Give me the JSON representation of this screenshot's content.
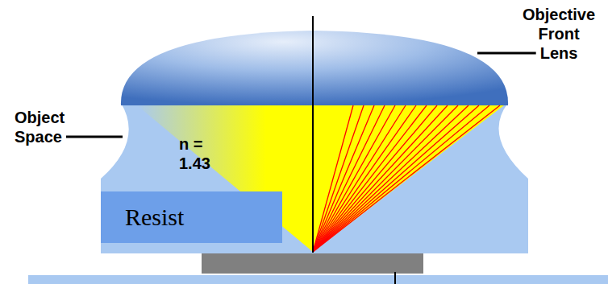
{
  "diagram": {
    "nodes": [
      {
        "text": [
          "Resist"
        ]
      }
    ],
    "labels": [
      "Objective Front Lens",
      "Object Space",
      "n = 1.43"
    ]
  }
}
